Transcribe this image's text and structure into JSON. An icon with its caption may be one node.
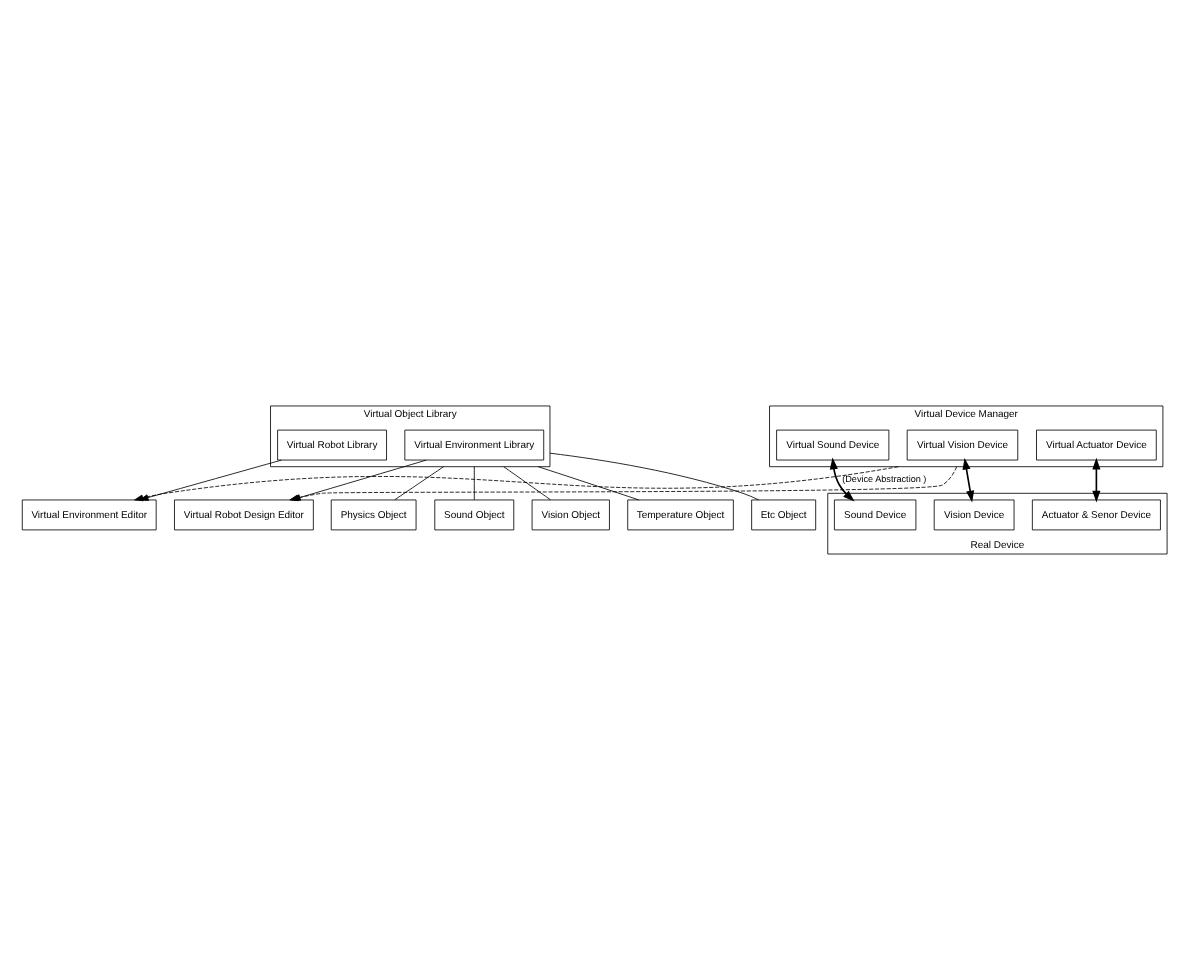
{
  "diagram": {
    "nodes": [
      {
        "text": [
          "Virtual Object Library"
        ]
      },
      {
        "text": [
          "Virtual Robot Library"
        ],
        "in": 0
      },
      {
        "text": [
          "Virtual Environment Library"
        ],
        "in": 0
      },
      {
        "text": [
          "Virtual Environment Editor"
        ]
      },
      {
        "text": [
          "Virtual Robot Design Editor"
        ]
      },
      {
        "text": [
          "Physics Object"
        ]
      },
      {
        "text": [
          "Sound Object"
        ]
      },
      {
        "text": [
          "Vision Object"
        ]
      },
      {
        "text": [
          "Temperature Object"
        ]
      },
      {
        "text": [
          "Etc Object"
        ]
      },
      {
        "text": [
          "Virtual Device Manager"
        ]
      },
      {
        "text": [
          "Virtual Sound Device"
        ],
        "in": 10
      },
      {
        "text": [
          "Virtual Vision Device"
        ],
        "in": 10
      },
      {
        "text": [
          "Virtual Actuator Device"
        ],
        "in": 10
      },
      {
        "text": [
          "Real Device"
        ]
      },
      {
        "text": [
          "Sound Device"
        ],
        "in": 14
      },
      {
        "text": [
          "Vision Device"
        ],
        "in": 14
      },
      {
        "text": [
          "Actuator & Senor Device"
        ],
        "in": 14
      }
    ],
    "edges": [
      {
        "from": 1,
        "to": 3,
        "arrow": "to"
      },
      {
        "from": 2,
        "to": 4,
        "arrow": "to"
      },
      {
        "from": 10,
        "to": 3,
        "arrow": "to",
        "style": "dashed",
        "label": "(Device Abstraction )"
      },
      {
        "from": 10,
        "to": 4,
        "arrow": "to",
        "style": "dashed"
      },
      {
        "from": 0,
        "to": 5,
        "arrow": "none"
      },
      {
        "from": 0,
        "to": 6,
        "arrow": "none"
      },
      {
        "from": 0,
        "to": 7,
        "arrow": "none"
      },
      {
        "from": 0,
        "to": 8,
        "arrow": "none"
      },
      {
        "from": 0,
        "to": 9,
        "arrow": "none"
      },
      {
        "from": 11,
        "to": 15,
        "arrow": "both"
      },
      {
        "from": 12,
        "to": 16,
        "arrow": "both"
      },
      {
        "from": 13,
        "to": 17,
        "arrow": "both"
      }
    ]
  }
}
